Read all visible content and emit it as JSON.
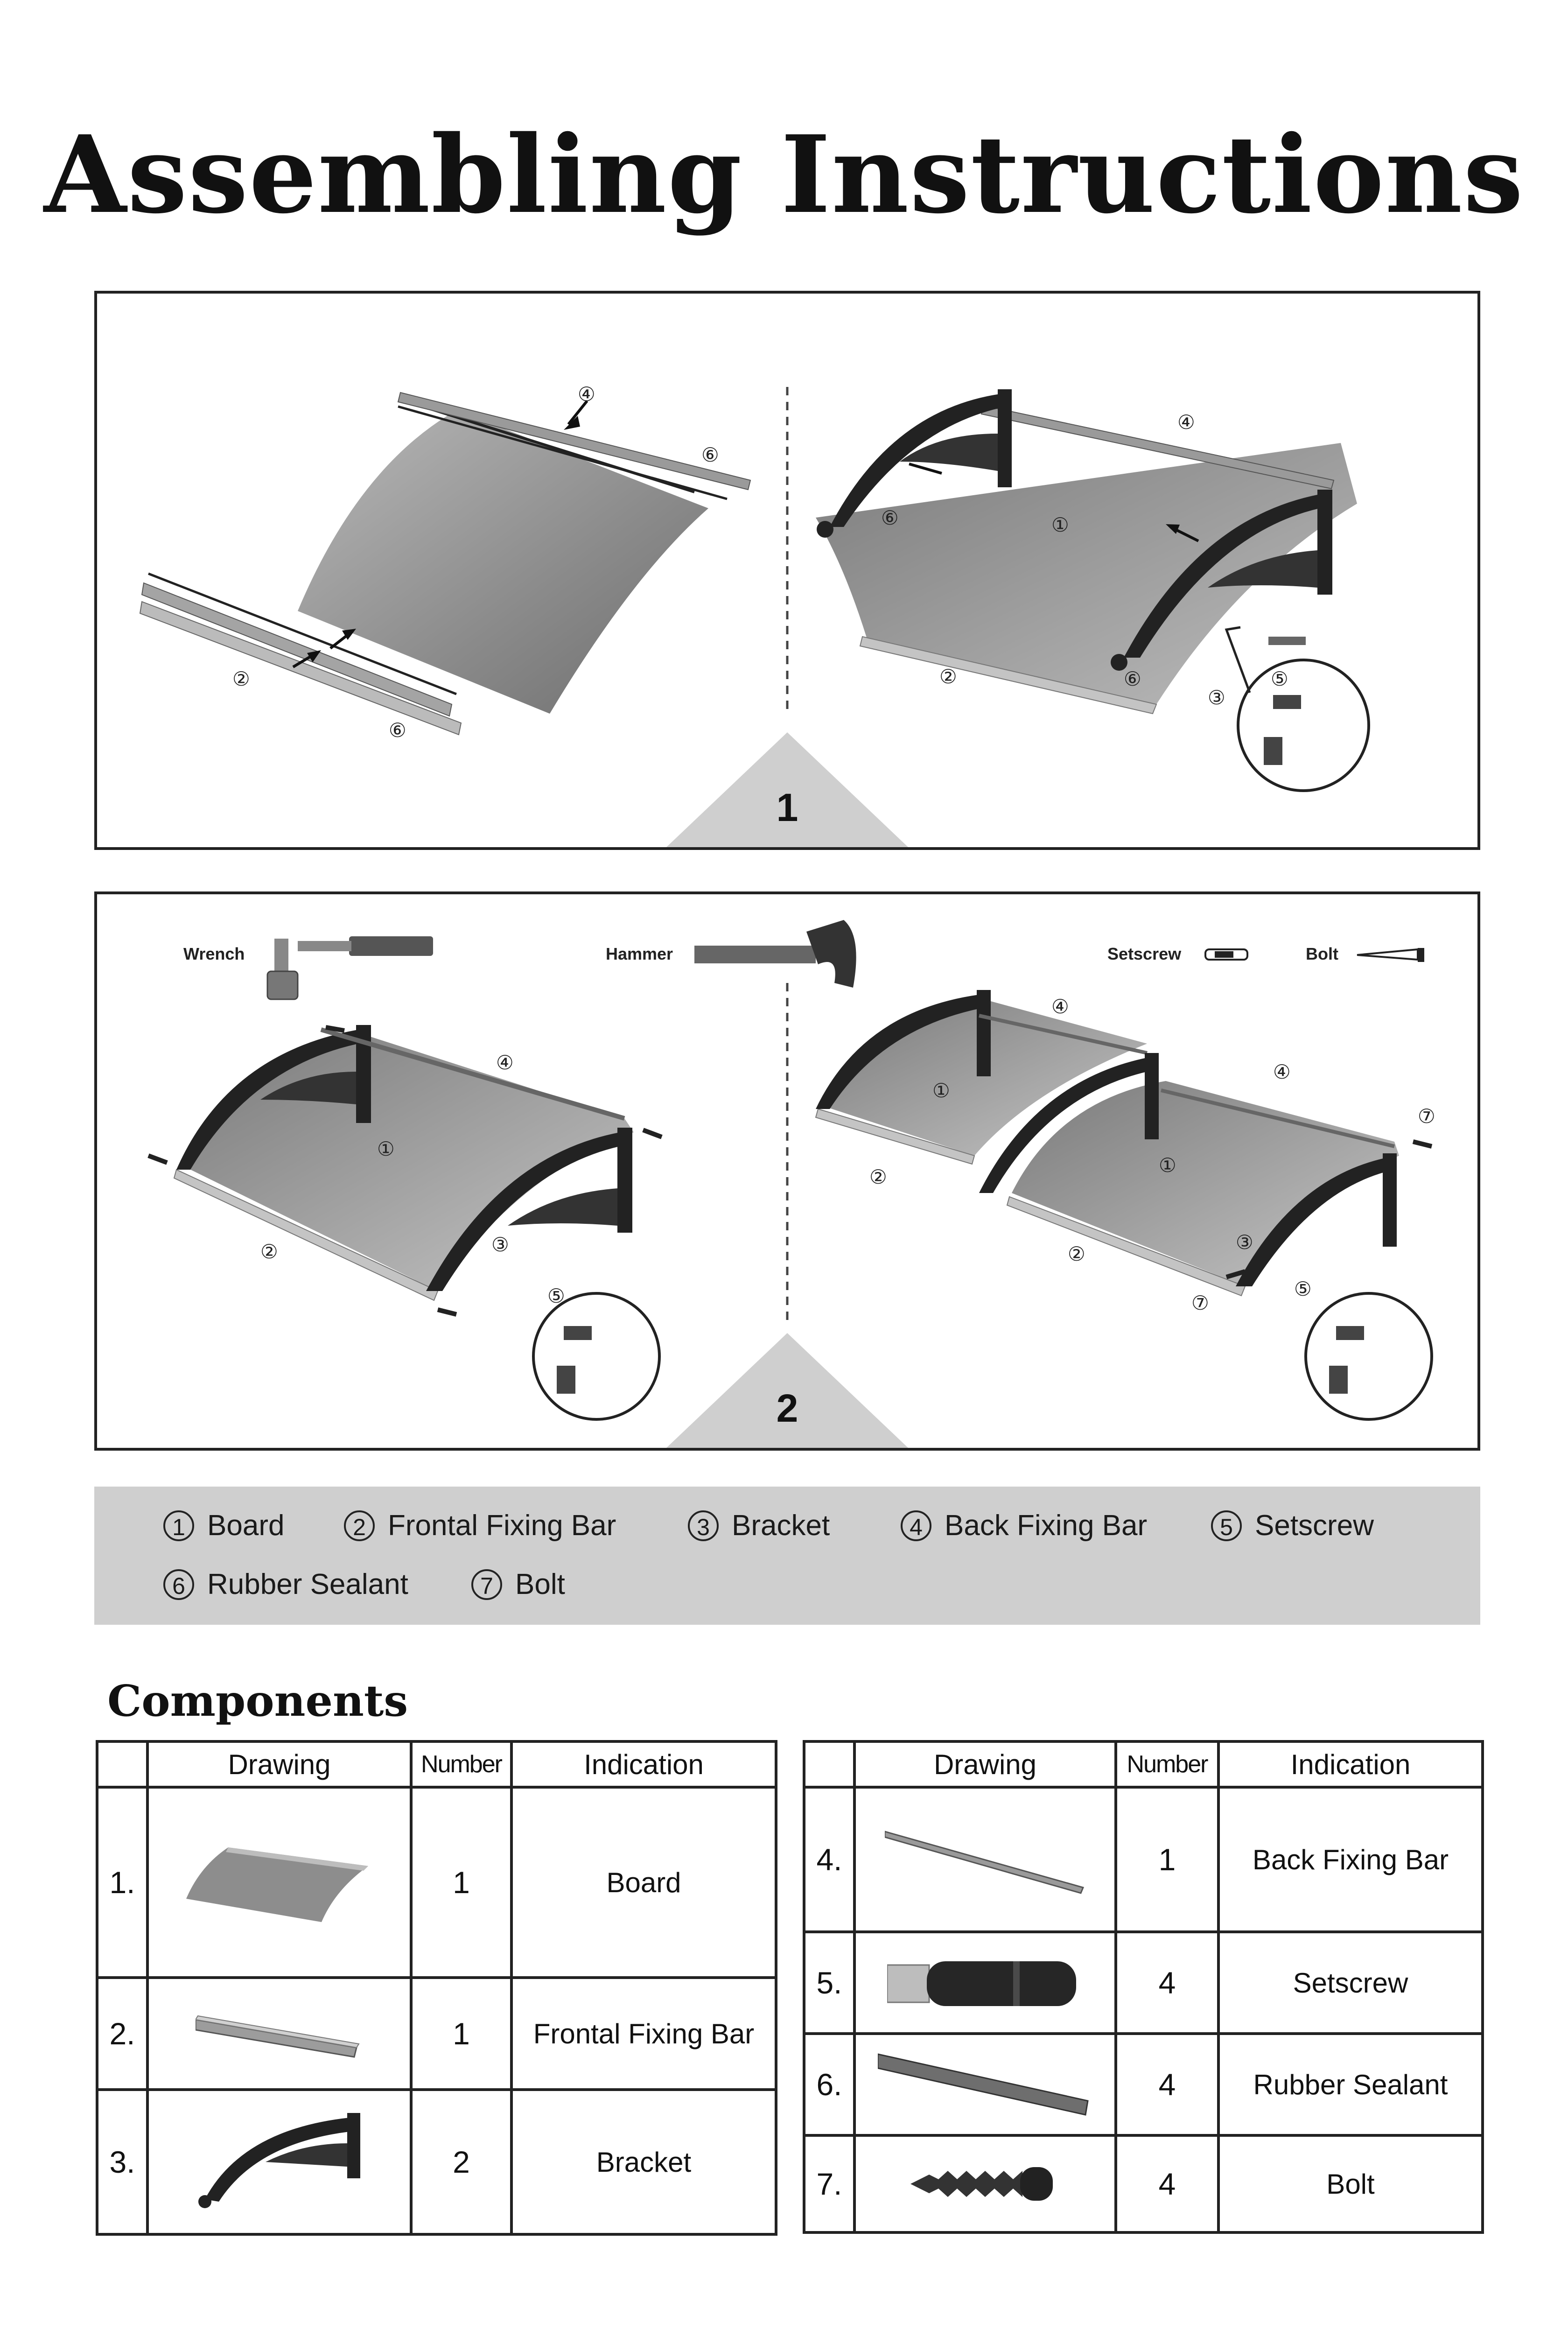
{
  "page": {
    "title": "Assembling Instructions"
  },
  "step1": {
    "number": "1",
    "left_labels": [
      "④",
      "⑥",
      "②",
      "⑥"
    ],
    "right_labels": [
      "④",
      "①",
      "⑥",
      "②",
      "⑥",
      "③",
      "⑤"
    ]
  },
  "step2": {
    "number": "2",
    "tools": {
      "wrench": "Wrench",
      "hammer": "Hammer",
      "setscrew": "Setscrew",
      "bolt": "Bolt"
    },
    "left_labels": [
      "④",
      "①",
      "②",
      "③",
      "⑤"
    ],
    "right_labels": [
      "④",
      "①",
      "②",
      "④",
      "⑦",
      "①",
      "②",
      "③",
      "⑦",
      "⑤"
    ]
  },
  "legend": {
    "items": [
      {
        "num": "1",
        "label": "Board"
      },
      {
        "num": "2",
        "label": "Frontal Fixing Bar"
      },
      {
        "num": "3",
        "label": "Bracket"
      },
      {
        "num": "4",
        "label": "Back Fixing Bar"
      },
      {
        "num": "5",
        "label": "Setscrew"
      },
      {
        "num": "6",
        "label": "Rubber Sealant"
      },
      {
        "num": "7",
        "label": "Bolt"
      }
    ]
  },
  "components": {
    "heading": "Components",
    "headers": {
      "drawing": "Drawing",
      "number": "Number",
      "indication": "Indication"
    },
    "left": [
      {
        "idx": "1.",
        "qty": "1",
        "name": "Board",
        "icon": "board-drawing"
      },
      {
        "idx": "2.",
        "qty": "1",
        "name": "Frontal Fixing Bar",
        "icon": "frontal-bar-drawing"
      },
      {
        "idx": "3.",
        "qty": "2",
        "name": "Bracket",
        "icon": "bracket-drawing"
      }
    ],
    "right": [
      {
        "idx": "4.",
        "qty": "1",
        "name": "Back Fixing Bar",
        "icon": "back-bar-drawing"
      },
      {
        "idx": "5.",
        "qty": "4",
        "name": "Setscrew",
        "icon": "setscrew-drawing"
      },
      {
        "idx": "6.",
        "qty": "4",
        "name": "Rubber Sealant",
        "icon": "rubber-sealant-drawing"
      },
      {
        "idx": "7.",
        "qty": "4",
        "name": "Bolt",
        "icon": "bolt-drawing"
      }
    ]
  }
}
